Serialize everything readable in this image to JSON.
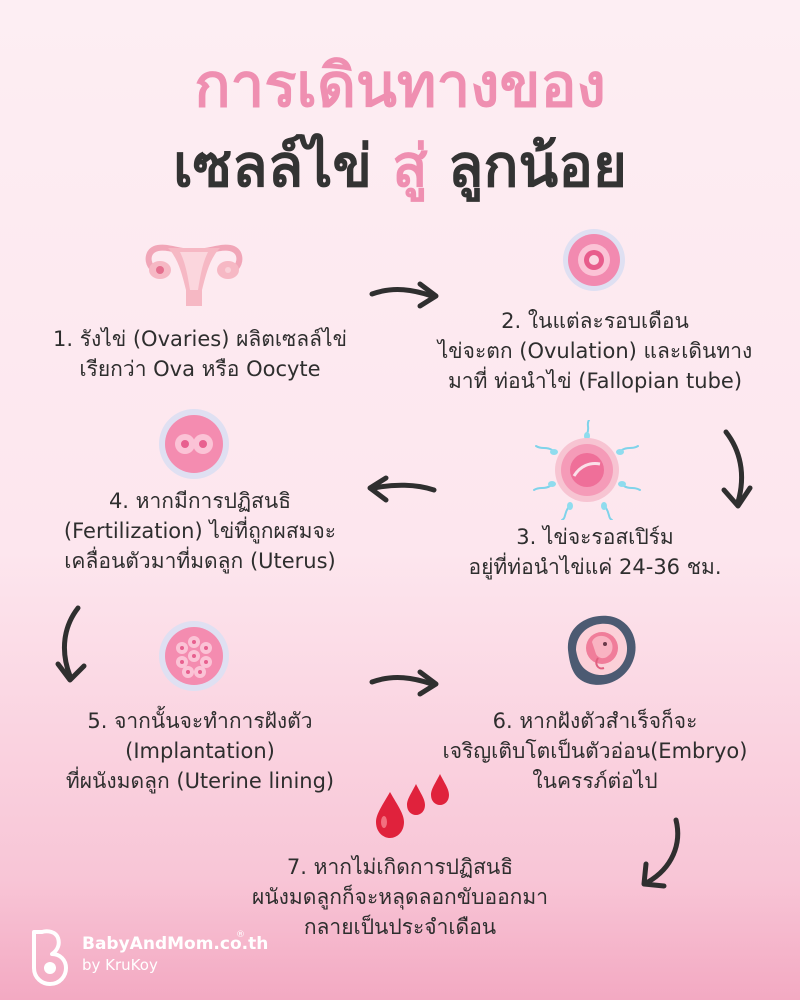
{
  "title": {
    "line1": "การเดินทางของ",
    "line2_part1": "เซลล์ไข่ ",
    "line2_accent": "สู่",
    "line2_part2": "  ลูกน้อย"
  },
  "steps": [
    {
      "lines": [
        "1. รังไข่ (Ovaries) ผลิตเซลล์ไข่",
        "เรียกว่า Ova หรือ Oocyte"
      ]
    },
    {
      "lines": [
        "2. ในแต่ละรอบเดือน",
        "ไข่จะตก (Ovulation) และเดินทาง",
        "มาที่ ท่อนำไข่ (Fallopian tube)"
      ]
    },
    {
      "lines": [
        "3. ไข่จะรอสเปิร์ม",
        "อยู่ที่ท่อนำไข่แค่ 24-36 ชม."
      ]
    },
    {
      "lines": [
        "4. หากมีการปฏิสนธิ",
        "(Fertilization) ไข่ที่ถูกผสมจะ",
        "เคลื่อนตัวมาที่มดลูก (Uterus)"
      ]
    },
    {
      "lines": [
        "5. จากนั้นจะทำการฝังตัว",
        "(Implantation)",
        "ที่ผนังมดลูก (Uterine lining)"
      ]
    },
    {
      "lines": [
        "6. หากฝังตัวสำเร็จก็จะ",
        "เจริญเติบโตเป็นตัวอ่อน(Embryo)",
        "ในครรภ์ต่อไป"
      ]
    },
    {
      "lines": [
        "7. หากไม่เกิดการปฏิสนธิ",
        "ผนังมดลูกก็จะหลุดลอกขับออกมา",
        "กลายเป็นประจำเดือน"
      ]
    }
  ],
  "logo": {
    "name": "BabyAndMom.co.th",
    "byline": "by KruKoy",
    "mark": "®"
  },
  "colors": {
    "accent_pink": "#ef8fb1",
    "title_dark": "#333333",
    "blood_red": "#e0223c",
    "arrow": "#2f2f2f"
  }
}
